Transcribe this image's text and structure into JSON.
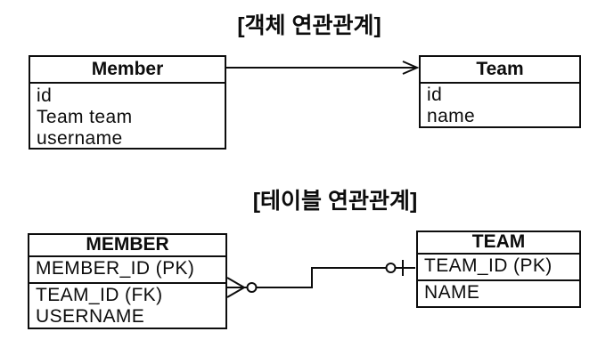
{
  "object_diagram": {
    "title": "[객체 연관관계]",
    "member": {
      "title": "Member",
      "fields": [
        "id",
        "Team team",
        "username"
      ]
    },
    "team": {
      "title": "Team",
      "fields": [
        "id",
        "name"
      ]
    },
    "relationship": "Member -> Team (unidirectional association arrow)"
  },
  "table_diagram": {
    "title": "[테이블 연관관계]",
    "member": {
      "title": "MEMBER",
      "key_field": "MEMBER_ID (PK)",
      "fields": [
        "TEAM_ID (FK)",
        "USERNAME"
      ]
    },
    "team": {
      "title": "TEAM",
      "key_field": "TEAM_ID (PK)",
      "fields": [
        "NAME"
      ]
    },
    "relationship": "MEMBER many (crow's foot, zero-or-many) to TEAM (zero-or-one)"
  },
  "colors": {
    "line": "#0d0d0d",
    "background": "#ffffff"
  }
}
